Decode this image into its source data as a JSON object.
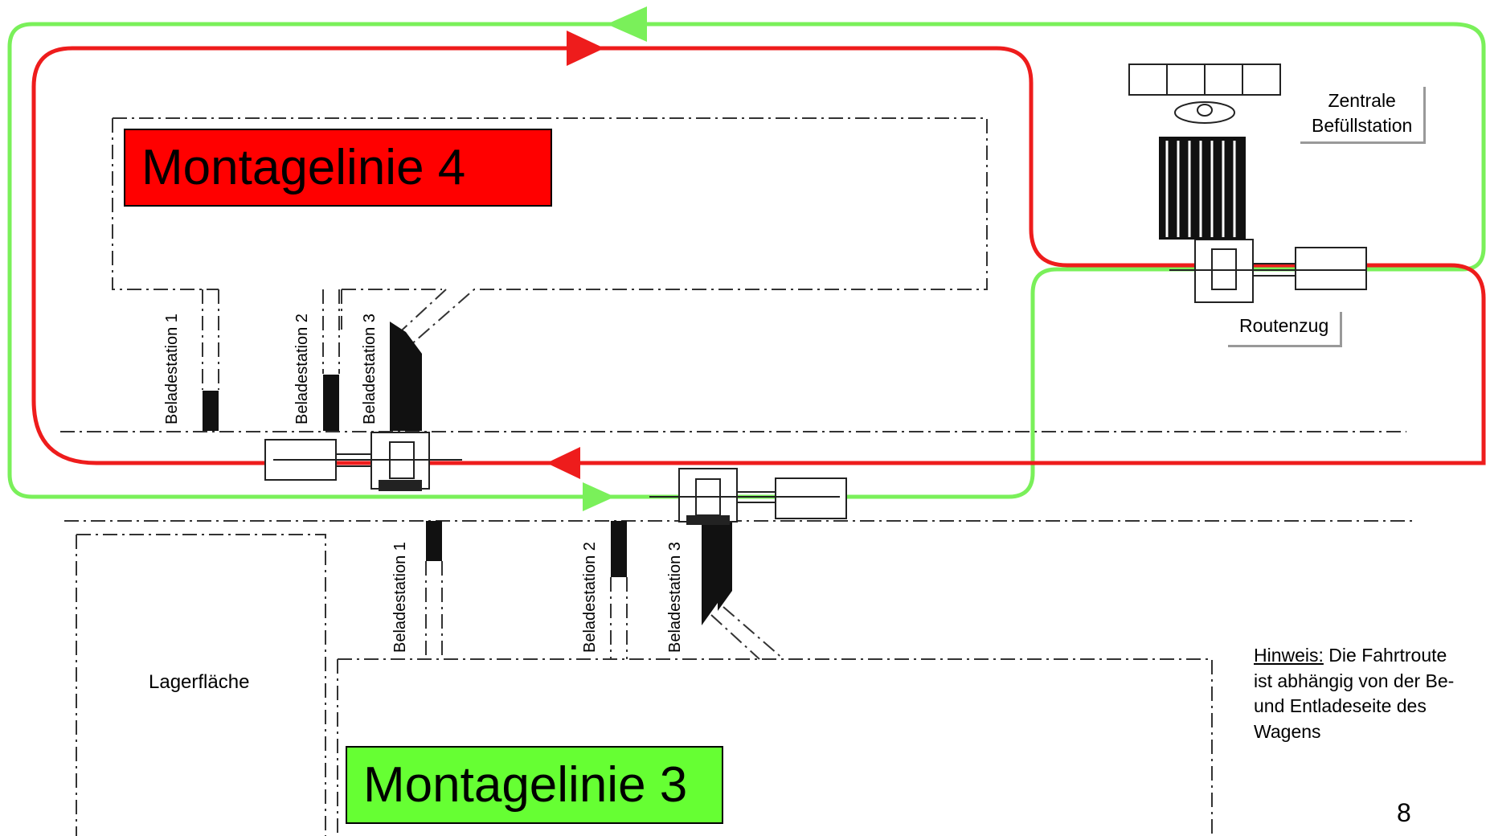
{
  "title_line4": "Montagelinie 4",
  "title_line3": "Montagelinie 3",
  "stations_top": [
    "Beladestation 1",
    "Beladestation 2",
    "Beladestation 3"
  ],
  "stations_bottom": [
    "Beladestation 1",
    "Beladestation 2",
    "Beladestation 3"
  ],
  "storage_label": "Lagerfläche",
  "filling_station": [
    "Zentrale",
    "Befüllstation"
  ],
  "route_train": "Routenzug",
  "note": {
    "prefix": "Hinweis:",
    "lines": [
      " Die Fahrtroute",
      "ist abhängig von der Be-",
      "und Entladeseite des",
      "Wagens"
    ]
  },
  "page_number": "8",
  "colors": {
    "route_red": "#ee1c1c",
    "route_green": "#7af05a",
    "line4_fill": "#ff0000",
    "line3_fill": "#66ff33"
  }
}
